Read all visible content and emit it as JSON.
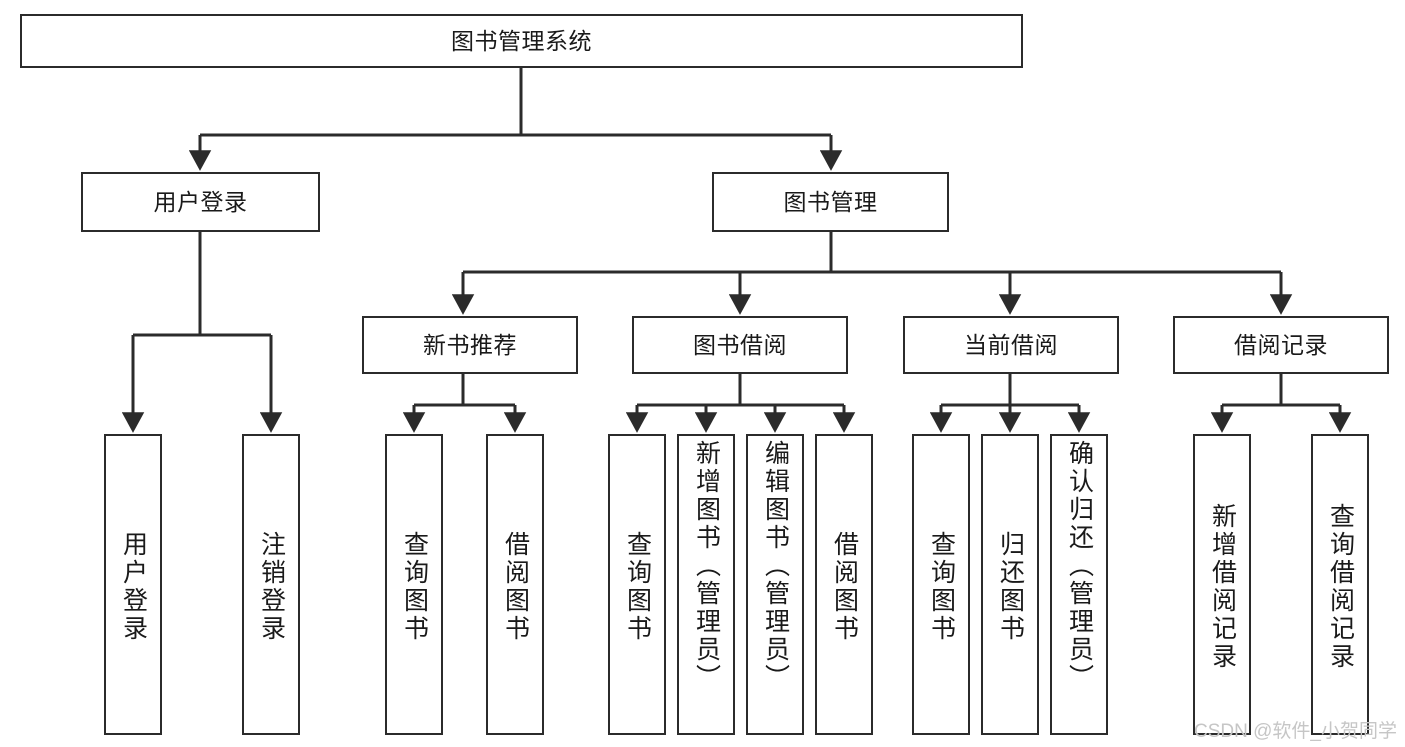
{
  "diagram": {
    "title_node": {
      "label": "图书管理系统"
    },
    "level2": [
      {
        "id": "user-login",
        "label": "用户登录"
      },
      {
        "id": "book-management",
        "label": "图书管理"
      }
    ],
    "level3": [
      {
        "id": "new-book-recommend",
        "label": "新书推荐"
      },
      {
        "id": "book-borrow",
        "label": "图书借阅"
      },
      {
        "id": "current-borrow",
        "label": "当前借阅"
      },
      {
        "id": "borrow-record",
        "label": "借阅记录"
      }
    ],
    "leaves": {
      "user_login": [
        {
          "id": "leaf-user-login",
          "label": "用户登录"
        },
        {
          "id": "leaf-logout-login",
          "label": "注销登录"
        }
      ],
      "new_book_recommend": [
        {
          "id": "leaf-query-book-1",
          "label": "查询图书"
        },
        {
          "id": "leaf-borrow-book-1",
          "label": "借阅图书"
        }
      ],
      "book_borrow": [
        {
          "id": "leaf-query-book-2",
          "label": "查询图书"
        },
        {
          "id": "leaf-add-book",
          "label": "新增图书（管理员）"
        },
        {
          "id": "leaf-edit-book",
          "label": "编辑图书（管理员）"
        },
        {
          "id": "leaf-borrow-book-2",
          "label": "借阅图书"
        }
      ],
      "current_borrow": [
        {
          "id": "leaf-query-book-3",
          "label": "查询图书"
        },
        {
          "id": "leaf-return-book",
          "label": "归还图书"
        },
        {
          "id": "leaf-confirm-return",
          "label": "确认归还（管理员）"
        }
      ],
      "borrow_record": [
        {
          "id": "leaf-add-record",
          "label": "新增借阅记录"
        },
        {
          "id": "leaf-query-record",
          "label": "查询借阅记录"
        }
      ]
    }
  },
  "watermark": {
    "text": "CSDN @软件_小贺同学"
  },
  "colors": {
    "stroke": "#2b2b2b",
    "box_fill": "#ffffff",
    "text": "#1a1a1a",
    "watermark": "#c6c6c6"
  }
}
